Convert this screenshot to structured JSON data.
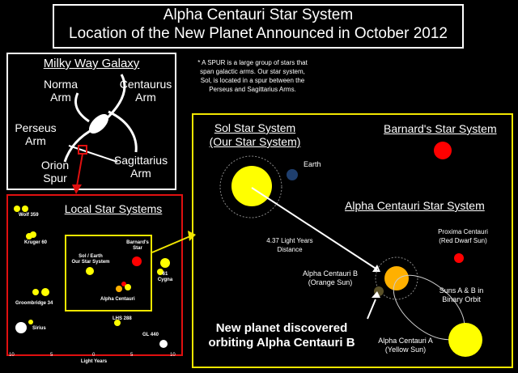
{
  "title": {
    "line1": "Alpha Centauri Star System",
    "line2": "Location of the New Planet Announced in October 2012"
  },
  "galaxy": {
    "heading": "Milky Way Galaxy",
    "arms": {
      "norma_l1": "Norma",
      "norma_l2": "Arm",
      "centaurus_l1": "Centaurus",
      "centaurus_l2": "Arm",
      "perseus_l1": "Perseus",
      "perseus_l2": "Arm",
      "orion_l1": "Orion",
      "orion_l2": "Spur",
      "sagittarius_l1": "Sagittarius",
      "sagittarius_l2": "Arm"
    }
  },
  "note": {
    "l1": "* A SPUR is a large group of stars that",
    "l2": "span galactic arms.  Our star system,",
    "l3": "Sol, is located in a spur between the",
    "l4": "Perseus and Sagittarius Arms."
  },
  "local": {
    "heading": "Local Star Systems",
    "stars": {
      "wolf": "Wolf 359",
      "kruger": "Kruger 60",
      "sol_l1": "Sol / Earth",
      "sol_l2": "Our Star System",
      "barnard_l1": "Barnard's",
      "barnard_l2": "Star",
      "cygna_l1": "61",
      "cygna_l2": "Cygna",
      "groombridge": "Groombridge 34",
      "alpha": "Alpha Centauri",
      "sirius": "Sirius",
      "lhs": "LHS 288",
      "gl": "GL 440"
    },
    "axis": {
      "ticks": [
        "10",
        "5",
        "0",
        "5",
        "10"
      ],
      "label": "Light Years"
    }
  },
  "detail": {
    "sol_heading_l1": "Sol Star System",
    "sol_heading_l2": "(Our Star System)",
    "barnard_heading": "Barnard's Star System",
    "alpha_heading": "Alpha Centauri Star System",
    "earth": "Earth",
    "distance_l1": "4.37 Light Years",
    "distance_l2": "Distance",
    "proxima_l1": "Proxima Centauri",
    "proxima_l2": "(Red Dwarf Sun)",
    "b_l1": "Alpha Centauri B",
    "b_l2": "(Orange Sun)",
    "binary_l1": "Suns A & B in",
    "binary_l2": "Binary Orbit",
    "planet_l1": "New planet discovered",
    "planet_l2": "orbiting Alpha Centauri B",
    "a_l1": "Alpha Centauri A",
    "a_l2": "(Yellow Sun)"
  },
  "colors": {
    "background": "#000000",
    "frame_white": "#ffffff",
    "frame_red": "#e01010",
    "frame_yellow": "#f2e600",
    "star_yellow": "#ffff00",
    "star_red": "#ff0000",
    "star_orange": "#ffb000",
    "earth_blue": "#1f3f6e",
    "planet_olive": "#5a5128"
  }
}
